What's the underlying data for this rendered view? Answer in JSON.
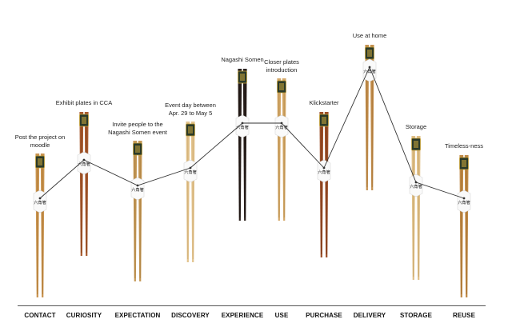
{
  "stages": [
    {
      "label": "CONTACT",
      "note": "Post the project on moodle",
      "wood": "#c9934f",
      "grain": "#a8742f"
    },
    {
      "label": "CURIOSITY",
      "note": "Exhibit plates in CCA",
      "wood": "#a85a2e",
      "grain": "#7d3d18"
    },
    {
      "label": "EXPECTATION",
      "note": "Invite people to the Nagashi Somen event",
      "wood": "#c59958",
      "grain": "#a27634"
    },
    {
      "label": "DISCOVERY",
      "note": "Event day between Apr. 29 to May 5",
      "wood": "#e3c48e",
      "grain": "#c9a56a"
    },
    {
      "label": "EXPERIENCE",
      "note": "Nagashi Somen",
      "wood": "#2a201c",
      "grain": "#120c0a"
    },
    {
      "label": "USE",
      "note": "Closer plates introduction",
      "wood": "#d4a868",
      "grain": "#b08644"
    },
    {
      "label": "PURCHASE",
      "note": "Klickstarter",
      "wood": "#9c4f28",
      "grain": "#6f3214"
    },
    {
      "label": "DELIVERY",
      "note": "Use at home",
      "wood": "#c4904f",
      "grain": "#9f6c2e"
    },
    {
      "label": "STORAGE",
      "note": "Storage",
      "wood": "#e0c089",
      "grain": "#c19e63"
    },
    {
      "label": "REUSE",
      "note": "Timeless-ness",
      "wood": "#c08a47",
      "grain": "#9b6828"
    }
  ],
  "colors": {
    "line": "#333333",
    "sleeve": "#fafafa",
    "badge": "#2b3a2a",
    "badge_accent": "#c9a43a",
    "brand_mark": "#1a1a1a"
  },
  "brand_mark_glyph": "六角箸"
}
